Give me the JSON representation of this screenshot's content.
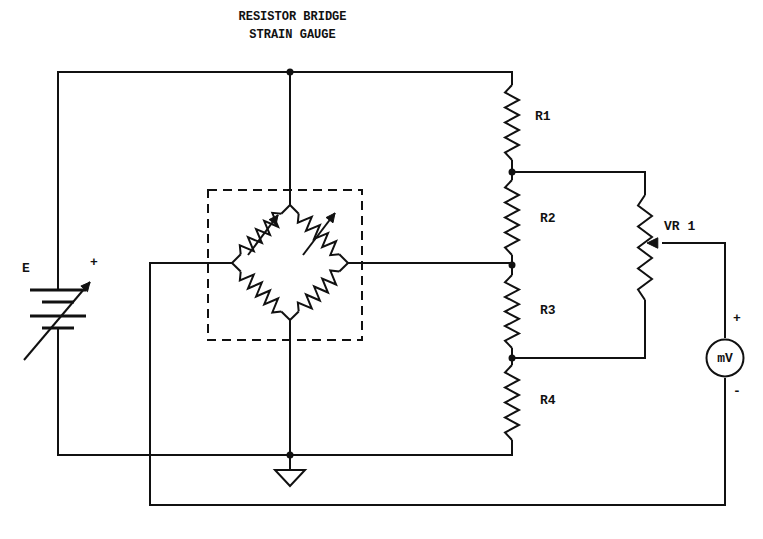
{
  "diagram": {
    "title": "RESISTOR BRIDGE STRAIN GAUGE",
    "nodes": [
      {
        "text": [
          "mV"
        ]
      }
    ],
    "labels": [
      "R1",
      "R2",
      "VR 1",
      "R3",
      "R4",
      "E",
      "+",
      "+",
      "-"
    ]
  }
}
